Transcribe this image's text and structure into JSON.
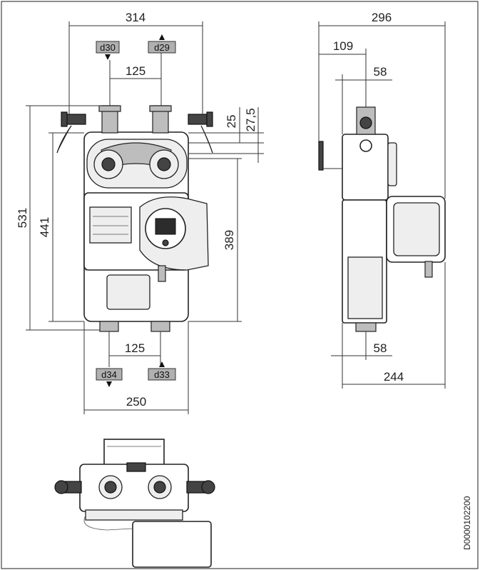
{
  "front_view": {
    "dims": {
      "top_width": "314",
      "pipe_spacing_top": "125",
      "total_height": "531",
      "body_height": "441",
      "lower_height": "389",
      "offset_25": "25",
      "offset_27_5": "27,5",
      "pipe_spacing_bottom": "125",
      "bottom_width": "250"
    },
    "connections": {
      "top_left": "d30",
      "top_right": "d29",
      "bottom_left": "d34",
      "bottom_right": "d33"
    }
  },
  "side_view": {
    "dims": {
      "total_depth": "296",
      "handle_offset": "109",
      "pipe_offset_top": "58",
      "pipe_offset_bottom": "58",
      "body_depth": "244"
    }
  },
  "drawing_code": "D0000102200",
  "colors": {
    "line": "#333333",
    "tag_fill": "#b0b0b0",
    "dark_part": "#444444"
  }
}
